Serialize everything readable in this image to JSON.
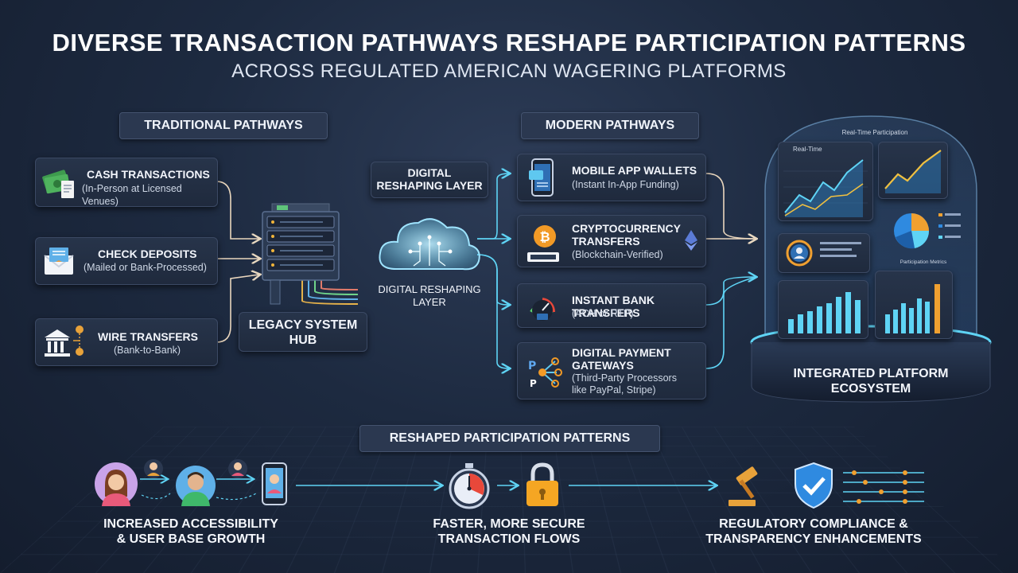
{
  "title": "DIVERSE TRANSACTION PATHWAYS RESHAPE PARTICIPATION PATTERNS",
  "subtitle": "ACROSS REGULATED AMERICAN WAGERING PLATFORMS",
  "traditional": {
    "header": "TRADITIONAL PATHWAYS",
    "items": [
      {
        "label": "CASH TRANSACTIONS",
        "sub": "(In-Person at Licensed Venues)",
        "icon": "cash-icon"
      },
      {
        "label": "CHECK DEPOSITS",
        "sub": "(Mailed or Bank-Processed)",
        "icon": "envelope-icon"
      },
      {
        "label": "WIRE TRANSFERS",
        "sub": "(Bank-to-Bank)",
        "icon": "bank-icon"
      }
    ]
  },
  "hub": {
    "label_line1": "LEGACY SYSTEM",
    "label_line2": "HUB"
  },
  "reshaping": {
    "top_line1": "DIGITAL",
    "top_line2": "RESHAPING LAYER",
    "bottom_line1": "DIGITAL RESHAPING",
    "bottom_line2": "LAYER"
  },
  "modern": {
    "header": "MODERN PATHWAYS",
    "items": [
      {
        "label": "MOBILE APP WALLETS",
        "sub": "(Instant In-App Funding)",
        "icon": "phone-wallet-icon"
      },
      {
        "label_line1": "CRYPTOCURRENCY",
        "label_line2": "TRANSFERS",
        "sub": "(Blockchain-Verified)",
        "icon": "bitcoin-icon"
      },
      {
        "label": "INSTANT BANK TRANSFERS",
        "sub": "(ACH or RTP)",
        "icon": "speedometer-icon"
      },
      {
        "label_line1": "DIGITAL PAYMENT",
        "label_line2": "GATEWAYS",
        "sub_line1": "(Third-Party Processors",
        "sub_line2": "like PayPal, Stripe)",
        "icon": "gateway-icon"
      }
    ]
  },
  "ecosystem": {
    "label_line1": "INTEGRATED PLATFORM",
    "label_line2": "ECOSYSTEM",
    "dashboard_title": "Real-Time Participation",
    "chart_title": "Real-Time",
    "profile_caption": "Participation Metrics"
  },
  "patterns": {
    "header": "RESHAPED PARTICIPATION PATTERNS",
    "items": [
      {
        "line1": "INCREASED ACCESSIBILITY",
        "line2": "& USER BASE GROWTH"
      },
      {
        "line1": "FASTER, MORE SECURE",
        "line2": "TRANSACTION FLOWS"
      },
      {
        "line1": "REGULATORY COMPLIANCE &",
        "line2": "TRANSPARENCY ENHANCEMENTS"
      }
    ]
  },
  "colors": {
    "accent_cyan": "#5fd4f5",
    "flow_orange": "#e8a25a",
    "bitcoin": "#f29a26",
    "lock": "#f5a623",
    "shield": "#2f8ae0"
  }
}
